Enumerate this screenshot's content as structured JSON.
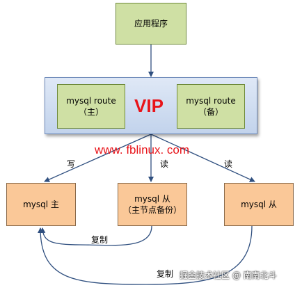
{
  "nodes": {
    "app": "应用程序",
    "route_master": "mysql  route\n（主）",
    "route_backup": "mysql  route\n（备）",
    "vip": "VIP",
    "mysql_master": "mysql  主",
    "mysql_slave_backup": "mysql  从\n（主节点备份）",
    "mysql_slave": "mysql  从"
  },
  "edges": {
    "write": "写",
    "read_left": "读",
    "read_right": "读",
    "replicate_1": "复制",
    "replicate_2": "复制"
  },
  "annotation": "www. fblinux. com",
  "watermark": "掘金技术社区 @ 南南北斗",
  "colors": {
    "green_fill": "#cfe0a4",
    "orange_fill": "#fac898",
    "arrow": "#2f4f7f",
    "vip_text": "#e8141a"
  }
}
